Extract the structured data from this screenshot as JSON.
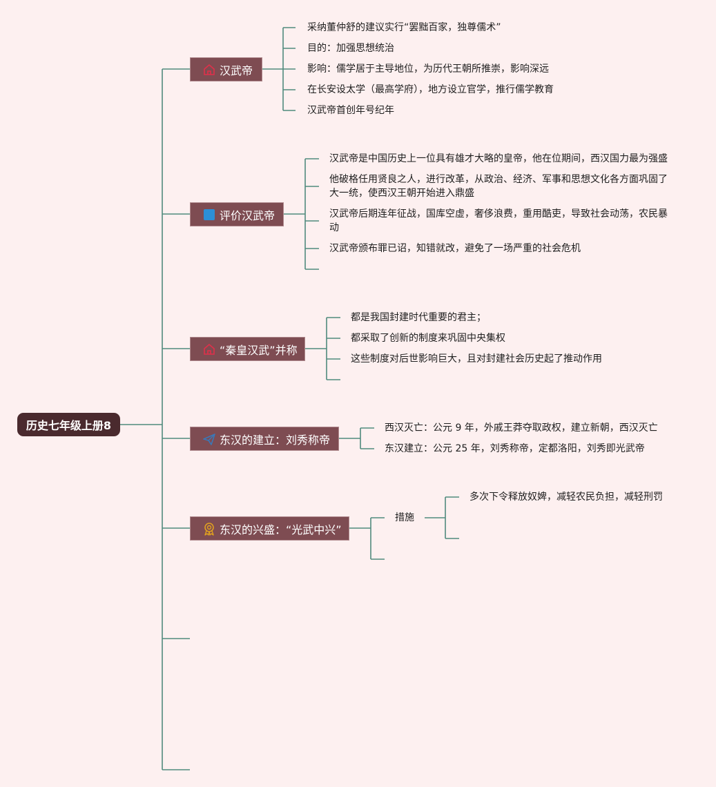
{
  "root": {
    "label": "历史七年级上册8"
  },
  "topics": [
    {
      "label": "汉武帝",
      "icon": "house-icon",
      "children": [
        "采纳董仲舒的建议实行“罢黜百家，独尊儒术”",
        "目的：加强思想统治",
        "影响：儒学居于主导地位，为历代王朝所推崇，影响深远",
        "在长安设太学（最高学府），地方设立官学，推行儒学教育",
        "汉武帝首创年号纪年"
      ]
    },
    {
      "label": "评价汉武帝",
      "icon": "blue-square-icon",
      "children": [
        "汉武帝是中国历史上一位具有雄才大略的皇帝，他在位期间，西汉国力最为强盛",
        "他破格任用贤良之人，进行改革，从政治、经济、军事和思想文化各方面巩固了大一统，使西汉王朝开始进入鼎盛",
        "汉武帝后期连年征战，国库空虚，奢侈浪费，重用酷吏，导致社会动荡，农民暴动",
        "汉武帝颁布罪已诏，知错就改，避免了一场严重的社会危机",
        ""
      ]
    },
    {
      "label": "“秦皇汉武”并称",
      "icon": "house-icon",
      "children": [
        "都是我国封建时代重要的君主；",
        "都采取了创新的制度来巩固中央集权",
        "这些制度对后世影响巨大，且对封建社会历史起了推动作用",
        ""
      ]
    },
    {
      "label": "东汉的建立：刘秀称帝",
      "icon": "paper-plane-icon",
      "children": [
        "西汉灭亡：公元 9 年，外戚王莽夺取政权，建立新朝，西汉灭亡",
        "东汉建立：公元 25 年，刘秀称帝，定都洛阳，刘秀即光武帝"
      ]
    },
    {
      "label": "东汉的兴盛：“光武中兴”",
      "icon": "award-ribbon-icon",
      "children": [
        {
          "label": "措施",
          "children": [
            "多次下令释放奴婢，减轻农民负担，减轻刑罚",
            ""
          ]
        },
        ""
      ]
    },
    {
      "label": ""
    },
    {
      "label": ""
    }
  ],
  "colors": {
    "background": "#fdf0f0",
    "line": "#4f8a7c",
    "topic_fill": "#7e4c52",
    "root_fill": "#4a2a2e"
  }
}
